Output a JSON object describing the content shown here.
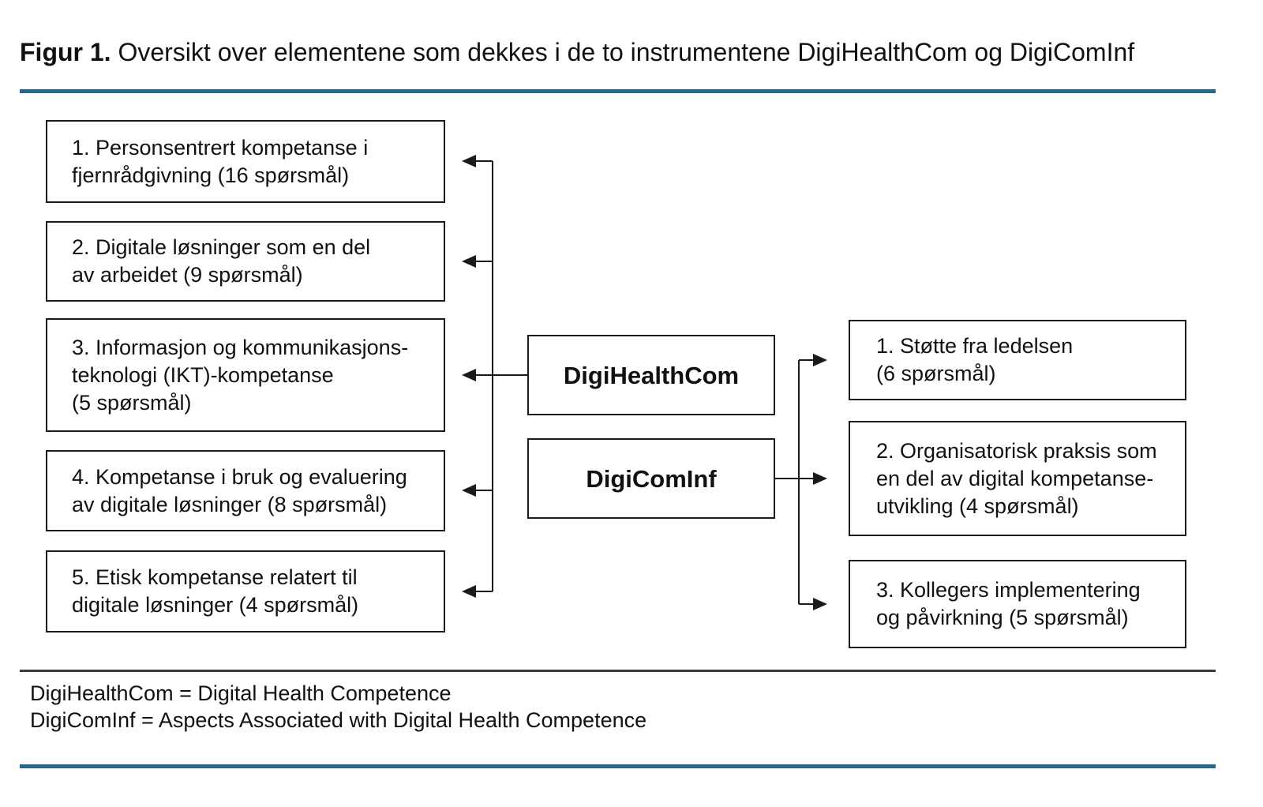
{
  "figure": {
    "title_prefix": "Figur 1.",
    "title_text": " Oversikt over elementene som dekkes i de to instrumentene DigiHealthCom og DigiComInf"
  },
  "instruments": {
    "digihealthcom": {
      "label": "DigiHealthCom"
    },
    "digicominf": {
      "label": "DigiComInf"
    }
  },
  "digihealthcom_elements": [
    {
      "text": "1. Personsentrert kompetanse i\nfjernrådgivning (16 spørsmål)"
    },
    {
      "text": "2. Digitale løsninger som en del\nav arbeidet (9 spørsmål)"
    },
    {
      "text": "3. Informasjon og kommunikasjons-\nteknologi (IKT)-kompetanse\n(5 spørsmål)"
    },
    {
      "text": "4. Kompetanse i bruk og evaluering\nav digitale løsninger (8 spørsmål)"
    },
    {
      "text": "5. Etisk kompetanse relatert til\ndigitale løsninger (4 spørsmål)"
    }
  ],
  "digicominf_elements": [
    {
      "text": "1. Støtte fra ledelsen\n(6 spørsmål)"
    },
    {
      "text": "2. Organisatorisk praksis som\nen del av digital kompetanse-\nutvikling (4 spørsmål)"
    },
    {
      "text": "3. Kollegers implementering\nog påvirkning (5 spørsmål)"
    }
  ],
  "legend": {
    "line1": "DigiHealthCom = Digital Health Competence",
    "line2": "DigiComInf = Aspects Associated with Digital Health Competence"
  },
  "colors": {
    "accent_rule": "#24688C",
    "divider": "#3A3A3A",
    "box_border": "#1A1A1A",
    "text": "#111111"
  }
}
